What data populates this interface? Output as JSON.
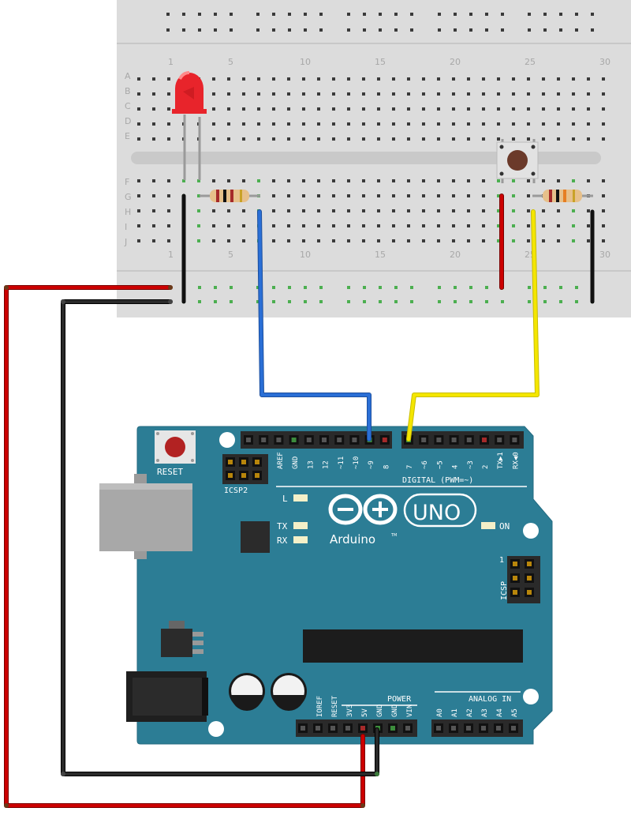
{
  "breadboard": {
    "rows_top": [
      "A",
      "B",
      "C",
      "D",
      "E"
    ],
    "rows_bottom": [
      "F",
      "G",
      "H",
      "I",
      "J"
    ],
    "col_numbers": [
      "1",
      "5",
      "10",
      "15",
      "20",
      "25",
      "30"
    ]
  },
  "arduino": {
    "reset_label": "RESET",
    "icsp2_label": "ICSP2",
    "icsp_label": "ICSP",
    "icsp_pin1": "1",
    "digital_header_labels": [
      "AREF",
      "GND",
      "13",
      "12",
      "~11",
      "~10",
      "~9",
      "8",
      "7",
      "~6",
      "~5",
      "4",
      "~3",
      "2",
      "TX▶1",
      "RX◀0"
    ],
    "digital_label": "DIGITAL (PWM=~)",
    "led_l": "L",
    "led_tx": "TX",
    "led_rx": "RX",
    "led_on": "ON",
    "brand": "Arduino",
    "tm": "TM",
    "model": "UNO",
    "power_header_labels": [
      "IOREF",
      "RESET",
      "3V3",
      "5V",
      "GND",
      "GND",
      "VIN"
    ],
    "power_label": "POWER",
    "analog_header_labels": [
      "A0",
      "A1",
      "A2",
      "A3",
      "A4",
      "A5"
    ],
    "analog_label": "ANALOG IN"
  },
  "colors": {
    "board": "#2c7d95",
    "breadboard": "#dcdcdc",
    "wire_red": "#cc0000",
    "wire_black": "#1a1a1a",
    "wire_blue": "#2a6fd6",
    "wire_yellow": "#f4e600",
    "led": "#e8242b"
  }
}
